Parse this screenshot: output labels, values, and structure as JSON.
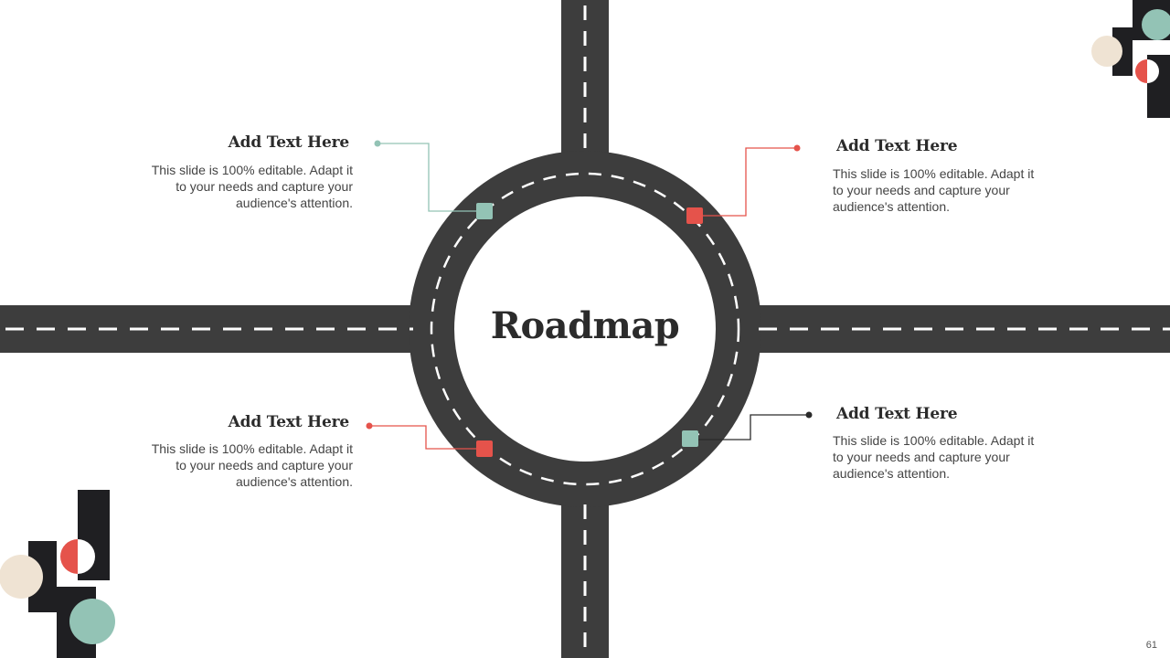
{
  "title": "Roadmap",
  "page_number": "61",
  "colors": {
    "road": "#3d3d3d",
    "lane_marking": "#ffffff",
    "teal": "#93c3b5",
    "red": "#e5534b",
    "dark": "#1f1f22",
    "beige": "#efe3d3"
  },
  "blocks": [
    {
      "heading": "Add Text Here",
      "body": [
        "This slide is 100% editable. Adapt it",
        "to your needs and capture your",
        "audience's attention."
      ],
      "marker_color": "teal"
    },
    {
      "heading": "Add Text Here",
      "body": [
        "This slide is 100% editable. Adapt it",
        "to your needs and capture your",
        "audience's attention."
      ],
      "marker_color": "red"
    },
    {
      "heading": "Add Text Here",
      "body": [
        "This slide is 100% editable. Adapt it",
        "to your needs and capture your",
        "audience's attention."
      ],
      "marker_color": "red"
    },
    {
      "heading": "Add Text Here",
      "body": [
        "This slide is 100% editable. Adapt it",
        "to your needs and capture your",
        "audience's attention."
      ],
      "marker_color": "teal"
    }
  ]
}
